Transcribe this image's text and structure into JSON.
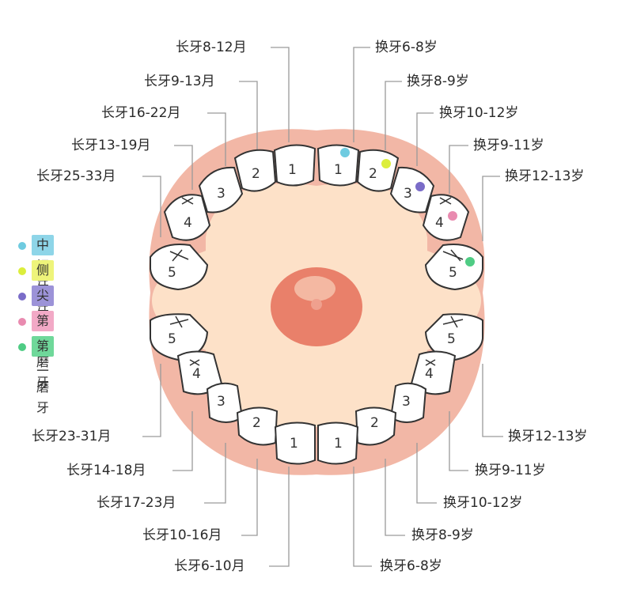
{
  "legend": [
    {
      "label": "中切牙",
      "color": "#8ed5e8",
      "dot": "#6fcbe0"
    },
    {
      "label": "侧切牙",
      "color": "#eef47a",
      "dot": "#dcee3c"
    },
    {
      "label": "尖牙",
      "color": "#9c93d8",
      "dot": "#7a6cc8"
    },
    {
      "label": "第一磨牙",
      "color": "#f2a9c6",
      "dot": "#e98bb0"
    },
    {
      "label": "第二磨牙",
      "color": "#6fd89a",
      "dot": "#4fcc84"
    }
  ],
  "upper_left_labels": [
    "长牙8-12月",
    "长牙9-13月",
    "长牙16-22月",
    "长牙13-19月",
    "长牙25-33月"
  ],
  "upper_right_labels": [
    "换牙6-8岁",
    "换牙8-9岁",
    "换牙10-12岁",
    "换牙9-11岁",
    "换牙12-13岁"
  ],
  "lower_left_labels": [
    "长牙23-31月",
    "长牙14-18月",
    "长牙17-23月",
    "长牙10-16月",
    "长牙6-10月"
  ],
  "lower_right_labels": [
    "换牙12-13岁",
    "换牙9-11岁",
    "换牙10-12岁",
    "换牙8-9岁",
    "换牙6-8岁"
  ],
  "tooth_numbers": [
    "1",
    "2",
    "3",
    "4",
    "5"
  ]
}
